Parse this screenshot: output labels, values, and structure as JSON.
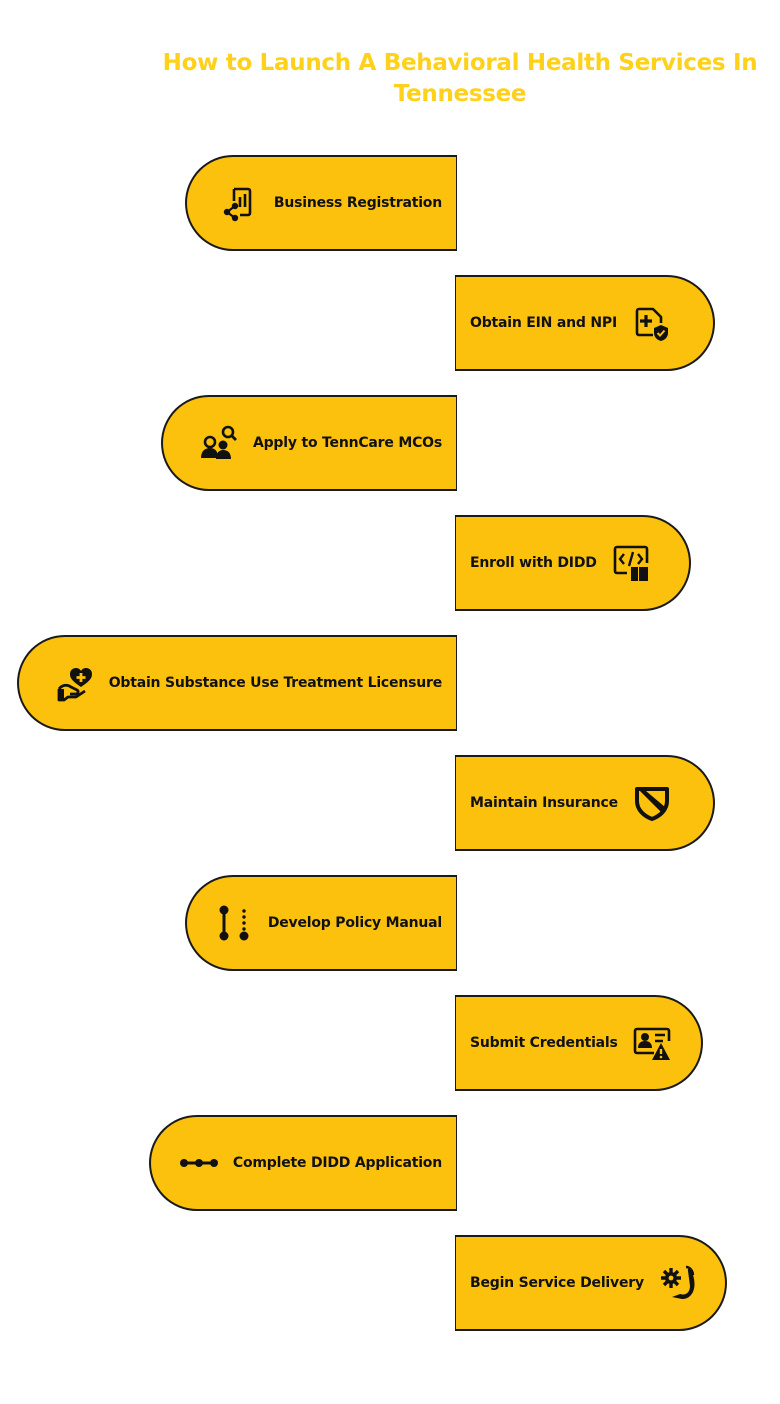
{
  "title": "How to Launch A Behavioral Health Services In Tennessee",
  "colors": {
    "title": "#FFD11A",
    "step_fill": "#FCC10D",
    "outline": "#1a1a1a"
  },
  "steps": [
    {
      "label": "Business Registration",
      "icon": "document-chart-share-icon",
      "side": "left"
    },
    {
      "label": "Obtain EIN and NPI",
      "icon": "medical-document-shield-icon",
      "side": "right"
    },
    {
      "label": "Apply to TennCare MCOs",
      "icon": "people-search-icon",
      "side": "left"
    },
    {
      "label": "Enroll with DIDD",
      "icon": "code-book-icon",
      "side": "right"
    },
    {
      "label": "Obtain Substance Use Treatment Licensure",
      "icon": "hand-heart-plus-icon",
      "side": "left"
    },
    {
      "label": "Maintain Insurance",
      "icon": "shield-icon",
      "side": "right"
    },
    {
      "label": "Develop Policy Manual",
      "icon": "git-branch-icon",
      "side": "left"
    },
    {
      "label": "Submit Credentials",
      "icon": "id-card-warning-icon",
      "side": "right"
    },
    {
      "label": "Complete DIDD Application",
      "icon": "connected-dots-icon",
      "side": "left"
    },
    {
      "label": "Begin Service Delivery",
      "icon": "hand-gear-icon",
      "side": "right"
    }
  ]
}
